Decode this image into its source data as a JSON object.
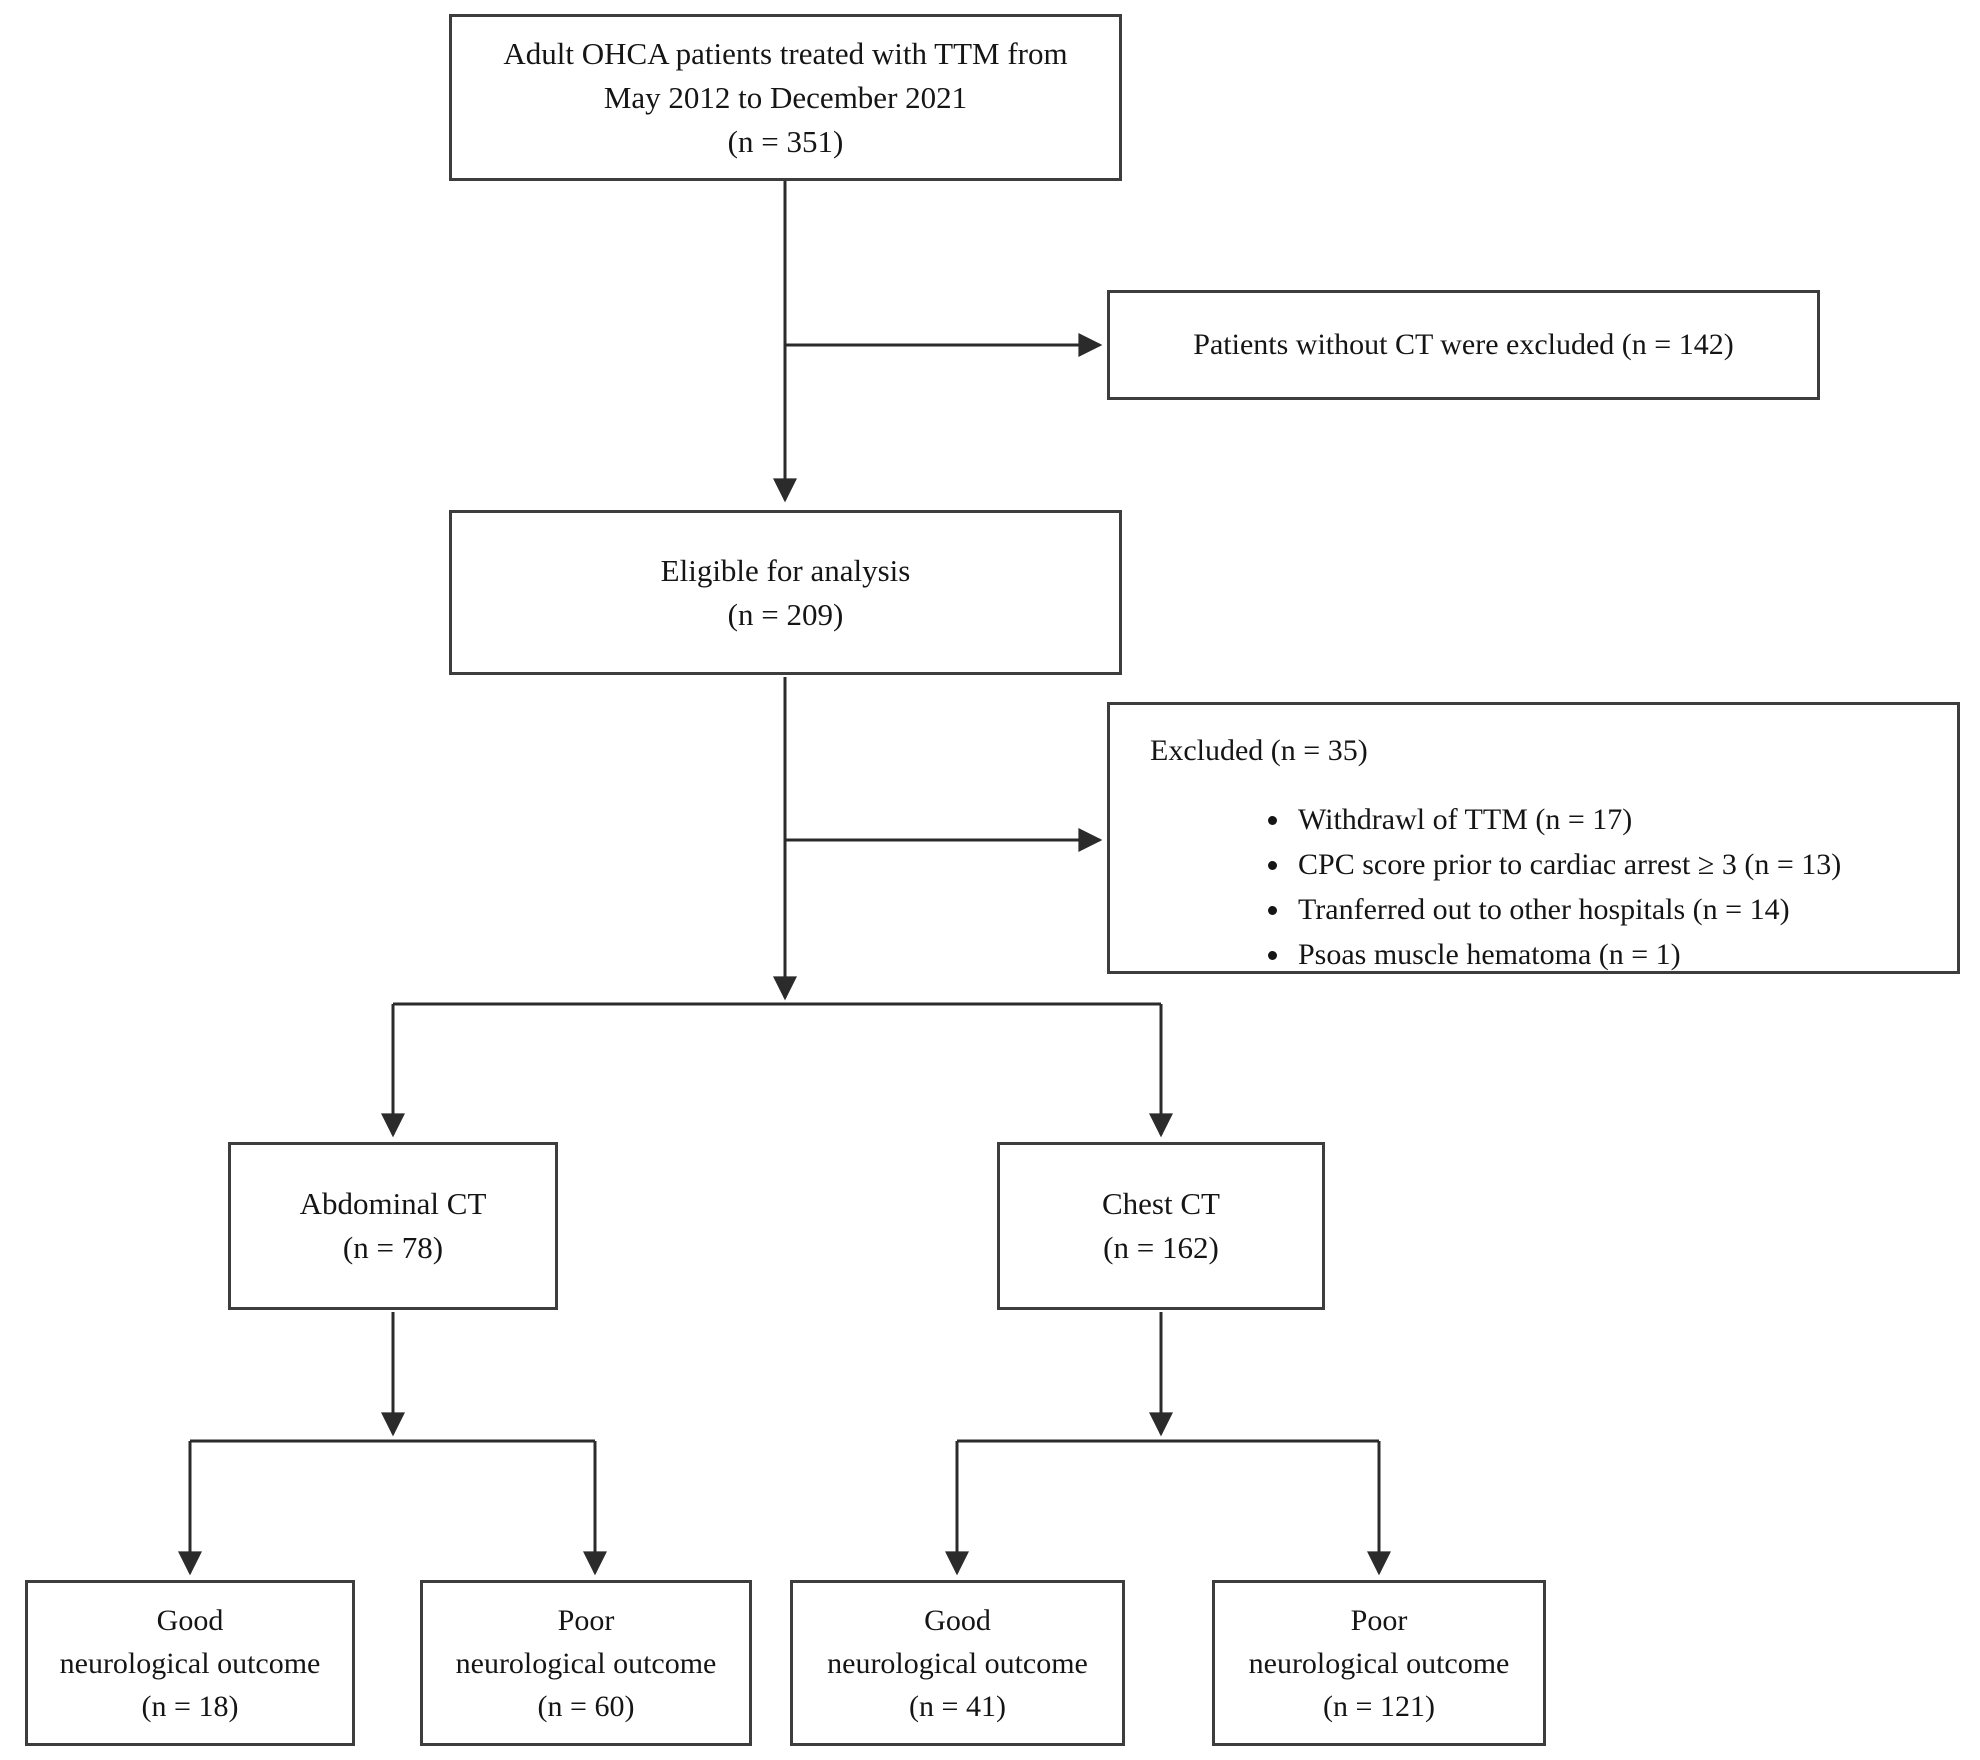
{
  "style": {
    "background": "#ffffff",
    "box_border_color": "#3d3d3d",
    "line_color": "#2b2b2b",
    "text_color": "#151515"
  },
  "boxes": {
    "top": {
      "lines": [
        "Adult OHCA patients treated with TTM from",
        "May 2012 to December 2021",
        "(n = 351)"
      ]
    },
    "no_ct": {
      "lines": [
        "Patients without CT were excluded (n = 142)"
      ]
    },
    "eligible": {
      "lines": [
        "Eligible for analysis",
        "(n = 209)"
      ]
    },
    "excluded": {
      "title": "Excluded (n = 35)",
      "items": [
        "Withdrawl of TTM (n = 17)",
        "CPC score prior to cardiac arrest ≥ 3 (n = 13)",
        "Tranferred out to other hospitals (n = 14)",
        "Psoas muscle hematoma (n = 1)"
      ]
    },
    "abdominal": {
      "lines": [
        "Abdominal CT",
        "(n = 78)"
      ]
    },
    "chest": {
      "lines": [
        "Chest CT",
        "(n = 162)"
      ]
    },
    "out_abd_good": {
      "lines": [
        "Good",
        "neurological outcome",
        "(n = 18)"
      ]
    },
    "out_abd_poor": {
      "lines": [
        "Poor",
        "neurological outcome",
        "(n = 60)"
      ]
    },
    "out_chest_good": {
      "lines": [
        "Good",
        "neurological outcome",
        "(n = 41)"
      ]
    },
    "out_chest_poor": {
      "lines": [
        "Poor",
        "neurological outcome",
        "(n = 121)"
      ]
    }
  }
}
